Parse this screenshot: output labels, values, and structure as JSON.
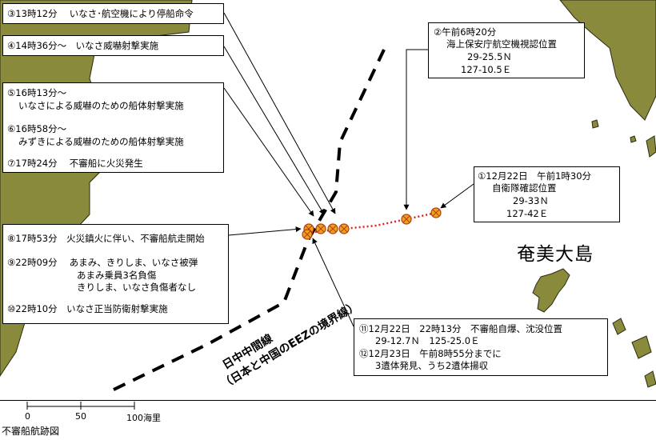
{
  "map": {
    "place_label": "奄美大島",
    "border_label_line1": "日中中間線",
    "border_label_line2": "（日本と中国のEEZの境界線）",
    "colors": {
      "sea": "#ffffff",
      "land": "#8a8a3c",
      "coast": "#2a2a10",
      "track": "#e02020",
      "marker_fill": "#f0a020",
      "border_line": "#000000"
    }
  },
  "events": {
    "e1": {
      "line1": "①12月22日　午前1時30分",
      "line2": "自衛隊確認位置",
      "line3": "29-33Ｎ",
      "line4": "127-42Ｅ"
    },
    "e2": {
      "line1": "②午前6時20分",
      "line2": "海上保安庁航空機視認位置",
      "line3": "29-25.5Ｎ",
      "line4": "127-10.5Ｅ"
    },
    "e3": {
      "line1": "③13時12分　 いなさ･航空機により停船命令"
    },
    "e4": {
      "line1": "④14時36分～　いなさ威嚇射撃実施"
    },
    "e5": {
      "line1": "⑤16時13分～",
      "line2": "いなさによる威嚇のための船体射撃実施"
    },
    "e6": {
      "line1": "⑥16時58分～",
      "line2": "みずきによる威嚇のための船体射撃実施"
    },
    "e7": {
      "line1": "⑦17時24分　 不審船に火災発生"
    },
    "e8": {
      "line1": "⑧17時53分　火災鎮火に伴い、不審船航走開始"
    },
    "e9": {
      "line1": "⑨22時09分　 あまみ、きりしま、いなさ被弾",
      "line2": "あまみ乗員3名負傷",
      "line3": "きりしま、いなさ負傷者なし"
    },
    "e10": {
      "line1": "⑩22時10分　いなさ正当防衛射撃実施"
    },
    "e11": {
      "line1": "⑪12月22日　22時13分　不審船自爆、沈没位置",
      "line2": "29-12.7Ｎ　125-25.0Ｅ"
    },
    "e12": {
      "line1": "⑫12月23日　午前8時55分までに",
      "line2": "3遺体発見、うち2遺体揚収"
    }
  },
  "scale": {
    "tick0": "0",
    "tick50": "50",
    "tick100": "100海里"
  },
  "caption": "不審船航跡図"
}
